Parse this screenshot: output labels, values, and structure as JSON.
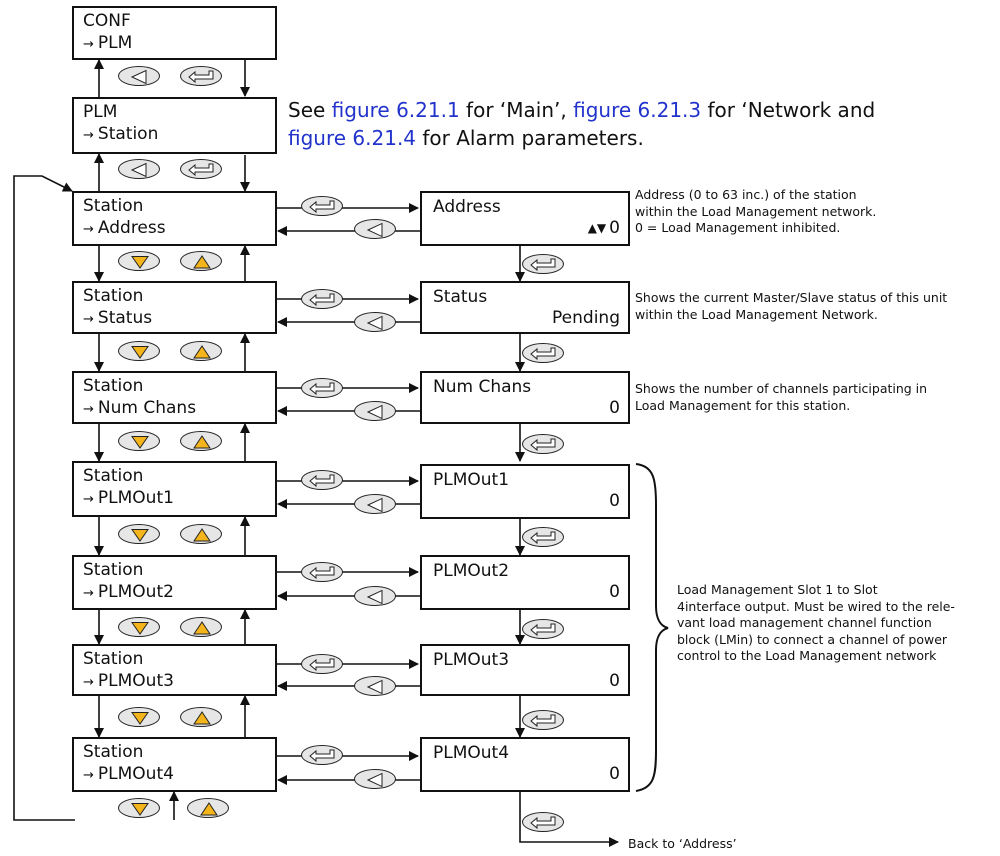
{
  "top": {
    "conf": {
      "line1": "CONF",
      "line2": "PLM"
    },
    "plm": {
      "line1": "PLM",
      "line2": "Station"
    }
  },
  "heading": {
    "part1": "See ",
    "link1": "figure 6.21.1",
    "part2": " for ‘Main’, ",
    "link2": "figure 6.21.3",
    "part3": " for ‘Network and ",
    "link3": "figure 6.21.4",
    "part4": " for Alarm parameters."
  },
  "arrow_glyph": "→",
  "updown_glyph": "▲▼",
  "rows": [
    {
      "menu_line1": "Station",
      "menu_line2": "Address",
      "param_name": "Address",
      "param_value": "0",
      "adjustable": true
    },
    {
      "menu_line1": "Station",
      "menu_line2": "Status",
      "param_name": "Status",
      "param_value": "Pending",
      "adjustable": false
    },
    {
      "menu_line1": "Station",
      "menu_line2": "Num Chans",
      "param_name": "Num Chans",
      "param_value": "0",
      "adjustable": false
    },
    {
      "menu_line1": "Station",
      "menu_line2": "PLMOut1",
      "param_name": "PLMOut1",
      "param_value": "0",
      "adjustable": false
    },
    {
      "menu_line1": "Station",
      "menu_line2": "PLMOut2",
      "param_name": "PLMOut2",
      "param_value": "0",
      "adjustable": false
    },
    {
      "menu_line1": "Station",
      "menu_line2": "PLMOut3",
      "param_name": "PLMOut3",
      "param_value": "0",
      "adjustable": false
    },
    {
      "menu_line1": "Station",
      "menu_line2": "PLMOut4",
      "param_name": "PLMOut4",
      "param_value": "0",
      "adjustable": false
    }
  ],
  "notes": {
    "address": [
      "Address (0 to 63 inc.) of the station",
      "within the Load Management network.",
      "0 = Load Management inhibited."
    ],
    "status": [
      "Shows the current Master/Slave status of this unit",
      "within the Load Management Network."
    ],
    "numchans": [
      "Shows the number of channels participating in",
      "Load Management for this station."
    ],
    "plmout": [
      "Load Management Slot 1 to Slot",
      "4interface output. Must be wired to the rele-",
      "vant load management channel function",
      "block (LMin) to connect a channel of power",
      "control to the Load Management network"
    ]
  },
  "back_label": "Back to ‘Address’",
  "colors": {
    "key_fill": "#e6e6e6",
    "updown_key_fill": "#f4b51c",
    "line": "#111111",
    "link": "#2233cc"
  },
  "key_icons": {
    "scroll": "scroll-key-icon",
    "page": "page-key-icon",
    "down": "down-key-icon",
    "up": "up-key-icon"
  }
}
